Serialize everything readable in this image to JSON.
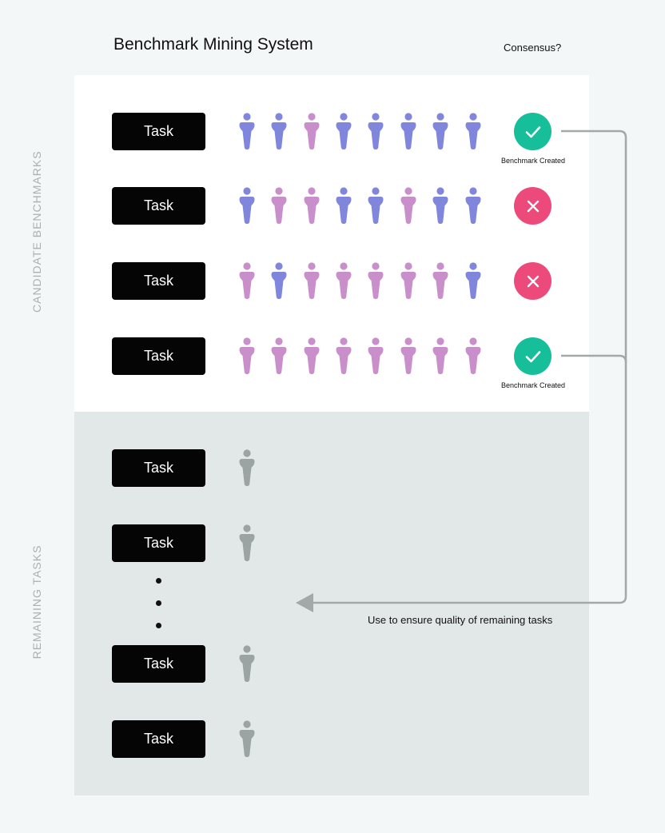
{
  "title": "Benchmark Mining System",
  "consensus_label": "Consensus?",
  "section_labels": {
    "candidate": "CANDIDATE BENCHMARKS",
    "remaining": "REMAINING TASKS"
  },
  "colors": {
    "blue_person": "#7f86dc",
    "pink_person": "#c98fca",
    "gray_person": "#9ca3a3",
    "check": "#16bf9a",
    "cross": "#ec4a7b"
  },
  "candidate_rows": [
    {
      "task_label": "Task",
      "votes": [
        "blue",
        "blue",
        "pink",
        "blue",
        "blue",
        "blue",
        "blue",
        "blue"
      ],
      "result": "check",
      "caption": "Benchmark Created"
    },
    {
      "task_label": "Task",
      "votes": [
        "blue",
        "pink",
        "pink",
        "blue",
        "blue",
        "pink",
        "blue",
        "blue"
      ],
      "result": "cross",
      "caption": ""
    },
    {
      "task_label": "Task",
      "votes": [
        "pink",
        "blue",
        "pink",
        "pink",
        "pink",
        "pink",
        "pink",
        "blue"
      ],
      "result": "cross",
      "caption": ""
    },
    {
      "task_label": "Task",
      "votes": [
        "pink",
        "pink",
        "pink",
        "pink",
        "pink",
        "pink",
        "pink",
        "pink"
      ],
      "result": "check",
      "caption": "Benchmark Created"
    }
  ],
  "remaining_rows": [
    {
      "task_label": "Task"
    },
    {
      "task_label": "Task"
    },
    {
      "task_label": "Task"
    },
    {
      "task_label": "Task"
    }
  ],
  "arrow_note": "Use to ensure quality of remaining tasks"
}
